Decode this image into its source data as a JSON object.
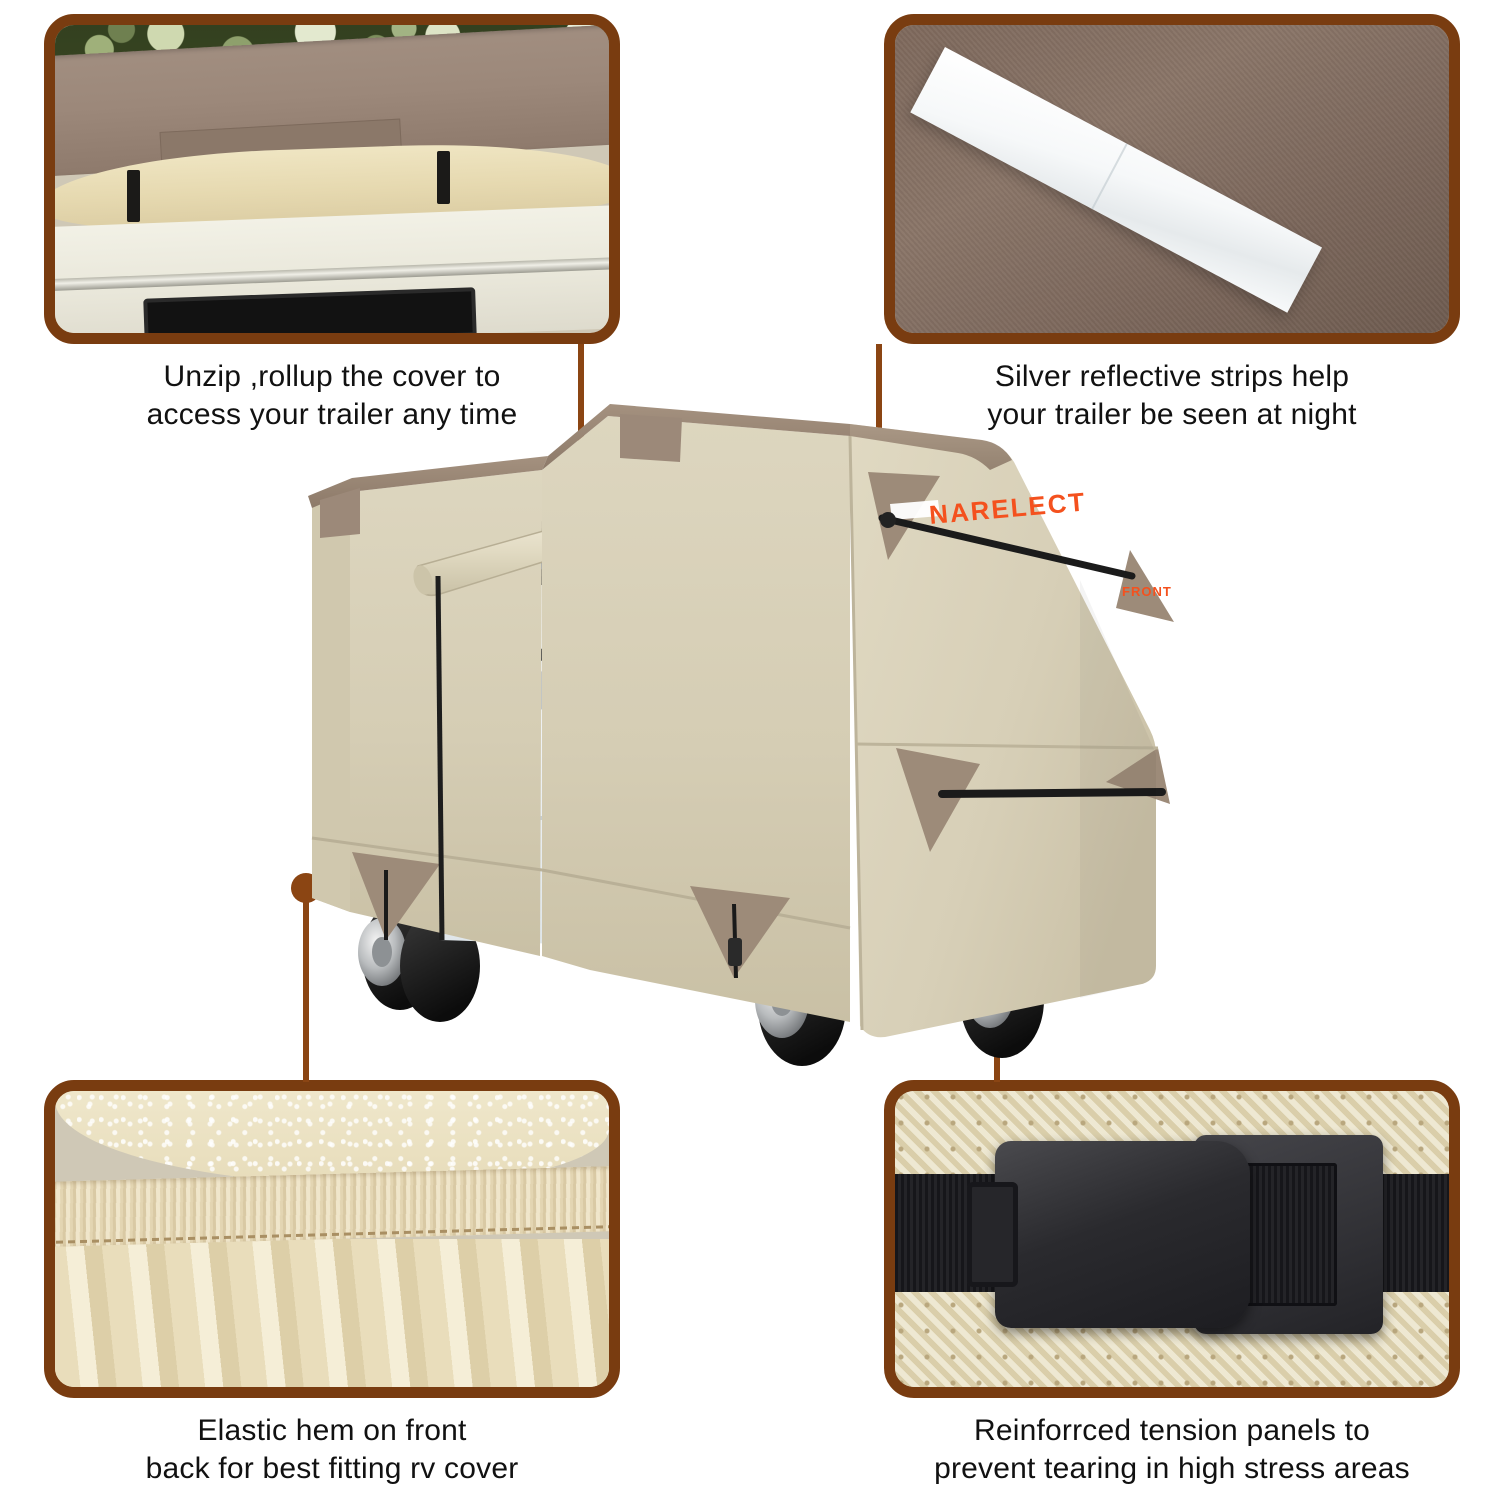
{
  "page": {
    "title": "RV Trailer Cover Feature Infographic",
    "background": "#ffffff",
    "accent_brown": "#8b4513",
    "frame_border": "#793c10",
    "brand_orange": "#f4511e"
  },
  "product": {
    "brand_label": "NARELECT",
    "orientation_label": "FRONT",
    "cover_body_color": "#d5cdb4",
    "cover_trim_color": "#9a8878",
    "cover_panel_color": "#e2dcc4"
  },
  "features": [
    {
      "id": "unzip-rollup",
      "position": "top-left",
      "caption": "Unzip ,rollup the cover to\naccess your trailer any time",
      "photo_alt": "Rolled-up cover panel secured with black straps on RV roof"
    },
    {
      "id": "reflective-strips",
      "position": "top-right",
      "caption": "Silver reflective strips help\nyour trailer be seen at night",
      "photo_alt": "White silver reflective strip laid diagonally on brown cover fabric"
    },
    {
      "id": "elastic-hem",
      "position": "bottom-left",
      "caption": "Elastic hem on front\nback for best fitting rv cover",
      "photo_alt": "Close-up of gathered elastic hem band on cream cover fabric"
    },
    {
      "id": "tension-panels",
      "position": "bottom-right",
      "caption": "Reinforrced tension panels to\nprevent tearing in high stress areas",
      "photo_alt": "Black side-release buckle on black webbing strap over beige fabric"
    }
  ]
}
